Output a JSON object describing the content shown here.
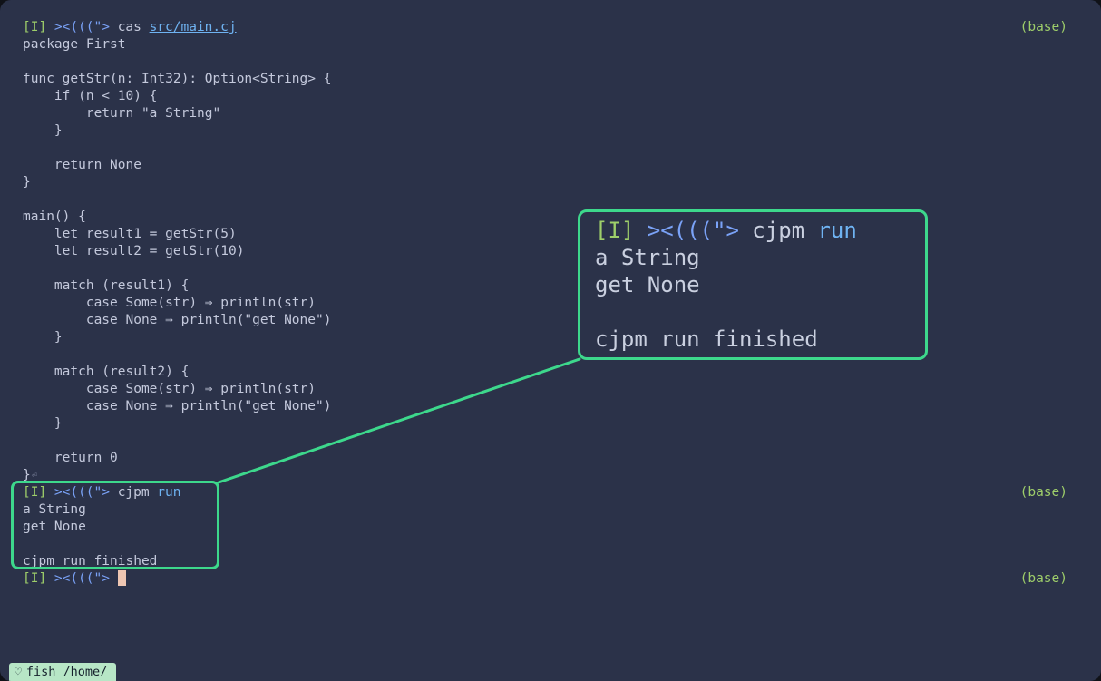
{
  "colors": {
    "terminal_background": "#2b3249",
    "foreground": "#c4c9dc",
    "prompt_green": "#9ece6a",
    "prompt_blue": "#7aa2f7",
    "param_cyan": "#6fb3f2",
    "callout_green": "#3dd88c",
    "cursor": "#eec6b2",
    "tab_background": "#b7e6c6"
  },
  "terminal": {
    "env_badge": "(base)",
    "cat_prompt": {
      "mode": "[I]",
      "fish": "><(((\">",
      "command": "cas",
      "file_link": "src/main.cj"
    },
    "code_lines": [
      "package First",
      "",
      "func getStr(n: Int32): Option<String> {",
      "    if (n < 10) {",
      "        return \"a String\"",
      "    }",
      "",
      "    return None",
      "}",
      "",
      "main() {",
      "    let result1 = getStr(5)",
      "    let result2 = getStr(10)",
      "",
      "    match (result1) {",
      "        case Some(str) ⇒ println(str)",
      "        case None ⇒ println(\"get None\")",
      "    }",
      "",
      "    match (result2) {",
      "        case Some(str) ⇒ println(str)",
      "        case None ⇒ println(\"get None\")",
      "    }",
      "",
      "    return 0"
    ],
    "last_code_line": "}",
    "no_newline_glyph": "⏎",
    "run_prompt": {
      "mode": "[I]",
      "fish": "><(((\">",
      "command": "cjpm",
      "arg": "run"
    },
    "run_output": [
      "a String",
      "get None",
      "",
      "cjpm run finished"
    ],
    "final_prompt": {
      "mode": "[I]",
      "fish": "><(((\">"
    }
  },
  "zoom_box": {
    "mode": "[I]",
    "fish": "><(((\">",
    "command": "cjpm",
    "arg": "run",
    "output": [
      "a String",
      "get None",
      "",
      "cjpm run finished"
    ]
  },
  "tab": {
    "icon": "♡",
    "label": "fish /home/"
  }
}
